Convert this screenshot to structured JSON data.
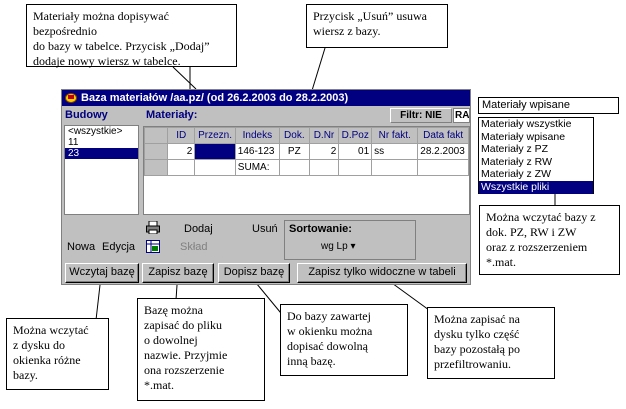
{
  "callouts": {
    "top_left": "Materiały można dopisywać bezpośrednio\ndo bazy w tabelce. Przycisk „Dodaj”\ndodaje nowy wiersz w tabelce.",
    "top_mid": "Przycisk „Usuń” usuwa\nwiersz z bazy.",
    "right": "Można wczytać bazy z\ndok. PZ, RW i ZW\noraz z rozszerzeniem\n*.mat.",
    "bottom_1": "Można wczytać\nz dysku do\nokienka różne\nbazy.",
    "bottom_2": "Bazę można\nzapisać do pliku\no dowolnej\nnazwie. Przyjmie\nona rozszerzenie\n*.mat.",
    "bottom_3": "Do bazy zawartej\nw okienku można\ndopisać dowolną\ninną bazę.",
    "bottom_4": "Można zapisać na\ndysku tylko część\nbazy pozostałą po\nprzefiltrowaniu."
  },
  "window": {
    "title": "Baza materiałów /aa.pz/ (od 26.2.2003 do 28.2.2003)",
    "budowy_label": "Budowy",
    "materialy_label": "Materiały:",
    "budowy_items": [
      "<wszystkie>",
      "11",
      "23"
    ],
    "budowy_selected_index": 2,
    "filter_label": "Filtr: NIE",
    "filter_partial": "RA",
    "grid": {
      "columns": [
        "ID",
        "Przezn.",
        "Indeks",
        "Dok.",
        "D.Nr",
        "D.Poz",
        "Nr fakt.",
        "Data fakt"
      ],
      "row": [
        "2",
        "",
        "146-123",
        "PZ",
        "2",
        "01",
        "ss",
        "28.2.2003"
      ],
      "sum_label": "SUMA:"
    },
    "dodaj_label": "Dodaj",
    "usun_label": "Usuń",
    "sklad_label": "Skład",
    "nowa_label": "Nowa",
    "edycja_label": "Edycja",
    "sort_title": "Sortowanie:",
    "sort_value": "wg Lp ▾",
    "buttons": {
      "wczytaj": "Wczytaj bazę",
      "zapisz": "Zapisz bazę",
      "dopisz": "Dopisz bazę",
      "zapisz_widoczne": "Zapisz tylko widoczne w tabeli"
    }
  },
  "dropdown": {
    "selected": "Materiały wpisane",
    "options": [
      "Materiały wszystkie",
      "Materiały wpisane",
      "Materiały z PZ",
      "Materiały z RW",
      "Materiały z ZW",
      "Wszystkie pliki"
    ],
    "highlighted_index": 5
  },
  "colors": {
    "title_bar": "#000080",
    "face": "#c0c0c0",
    "label_blue": "#000080"
  }
}
